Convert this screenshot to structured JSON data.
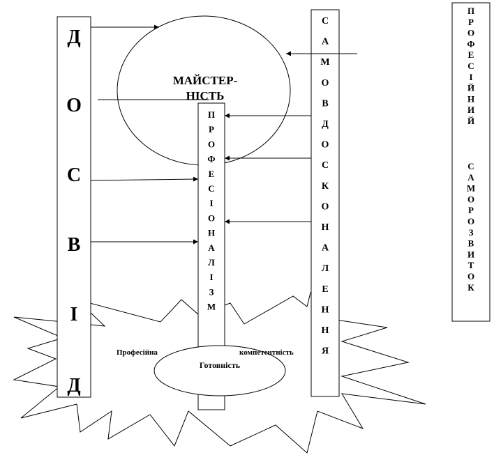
{
  "diagram": {
    "left_column": {
      "text": "ДОСВІД"
    },
    "oval_top": {
      "line1": "МАЙСТЕР-",
      "line2": "НІСТЬ"
    },
    "center_column": {
      "text": "ПРОФЕСІОНАЛІЗМ"
    },
    "right_column": {
      "text": "САМОВДОСКОНАЛЕННЯ"
    },
    "far_right_column": {
      "word1": "ПРОФЕСІЙНИЙ",
      "word2": "САМОРОЗВИТОК"
    },
    "starburst": {
      "left_label": "Професійна",
      "right_label": "компетентність"
    },
    "bottom_oval": {
      "label": "Готовність"
    }
  }
}
